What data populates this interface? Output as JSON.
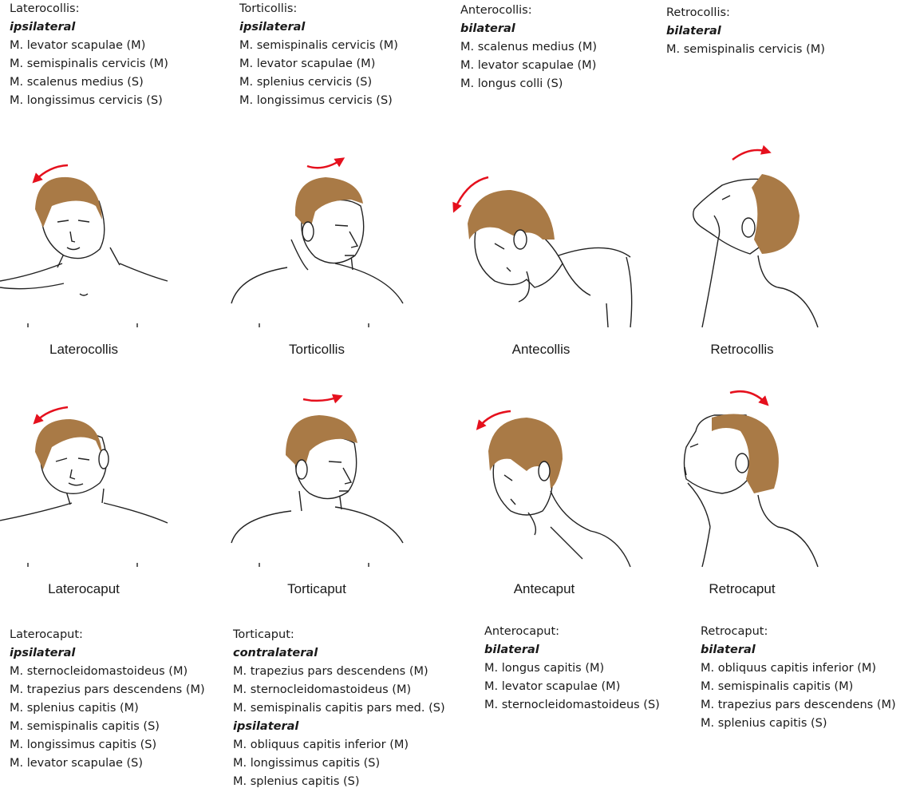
{
  "top_blocks": [
    {
      "head": "Laterocollis:",
      "groups": [
        {
          "side": "ipsilateral",
          "muscles": [
            "M. levator scapulae (M)",
            "M. semispinalis cervicis (M)",
            "M. scalenus medius (S)",
            "M. longissimus cervicis (S)"
          ]
        }
      ]
    },
    {
      "head": "Torticollis:",
      "groups": [
        {
          "side": "ipsilateral",
          "muscles": [
            "M. semispinalis cervicis (M)",
            "M. levator scapulae (M)",
            "M. splenius cervicis (S)",
            "M. longissimus cervicis (S)"
          ]
        }
      ]
    },
    {
      "head": "Anterocollis:",
      "groups": [
        {
          "side": "bilateral",
          "muscles": [
            "M. scalenus medius (M)",
            "M. levator scapulae (M)",
            "M. longus colli (S)"
          ]
        }
      ]
    },
    {
      "head": "Retrocollis:",
      "groups": [
        {
          "side": "bilateral",
          "muscles": [
            "M. semispinalis cervicis (M)"
          ]
        }
      ]
    }
  ],
  "figure_captions_row1": [
    "Laterocollis",
    "Torticollis",
    "Antecollis",
    "Retrocollis"
  ],
  "figure_captions_row2": [
    "Laterocaput",
    "Torticaput",
    "Antecaput",
    "Retrocaput"
  ],
  "bottom_blocks": [
    {
      "head": "Laterocaput:",
      "groups": [
        {
          "side": "ipsilateral",
          "muscles": [
            "M. sternocleidomastoideus (M)",
            "M. trapezius pars descendens (M)",
            "M. splenius capitis (M)",
            "M. semispinalis capitis (S)",
            "M. longissimus capitis (S)",
            "M. levator scapulae (S)"
          ]
        }
      ]
    },
    {
      "head": "Torticaput:",
      "groups": [
        {
          "side": "contralateral",
          "muscles": [
            "M. trapezius pars descendens (M)",
            "M. sternocleidomastoideus (M)",
            "M. semispinalis capitis pars med. (S)"
          ]
        },
        {
          "side": "ipsilateral",
          "muscles": [
            "M. obliquus capitis inferior (M)",
            "M. longissimus capitis (S)",
            "M. splenius capitis (S)"
          ]
        }
      ]
    },
    {
      "head": "Anterocaput:",
      "groups": [
        {
          "side": "bilateral",
          "muscles": [
            "M. longus capitis (M)",
            "M. levator scapulae (M)",
            "M. sternocleidomastoideus (S)"
          ]
        }
      ]
    },
    {
      "head": "Retrocaput:",
      "groups": [
        {
          "side": "bilateral",
          "muscles": [
            "M. obliquus capitis inferior (M)",
            "M. semispinalis capitis (M)",
            "M. trapezius pars descendens (M)",
            "M. splenius capitis (S)"
          ]
        }
      ]
    }
  ],
  "colors": {
    "hair": "#a97a46",
    "arrow": "#e5101d"
  }
}
